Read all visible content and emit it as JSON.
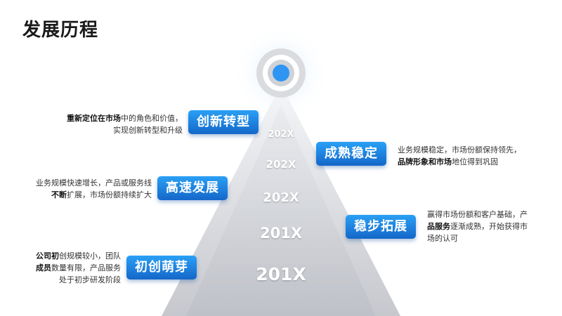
{
  "title": "发展历程",
  "years": [
    "202X",
    "202X",
    "202X",
    "201X",
    "201X"
  ],
  "stages": {
    "s1": {
      "label": "创新转型",
      "bold": "重新定位在市场",
      "text": "中的角色和价值，",
      "line2": "实现创新转型和升级"
    },
    "s2": {
      "label": "成熟稳定",
      "line1": "业务规模稳定，市场份额保持领先，",
      "bold": "品牌形象和市场",
      "text": "地位得到巩固"
    },
    "s3": {
      "label": "高速发展",
      "line1": "业务规模快速增长，产品或服务线",
      "bold": "不断",
      "text": "扩展，市场份额持续扩大"
    },
    "s4": {
      "label": "稳步拓展",
      "line1": "赢得市场份额和客户基础，产",
      "bold": "品服务",
      "text": "逐渐成熟，开始获得市",
      "line3": "场的认可"
    },
    "s5": {
      "label": "初创萌芽",
      "bold": "公司初",
      "text": "创规模较小，团队",
      "bold2": "成员",
      "text2": "数量有限，产品服务",
      "line3": "处于初步研发阶段"
    }
  },
  "colors": {
    "accent": "#1a7fe0",
    "pyramid_top": "#f2f3f6",
    "pyramid_bottom": "#c9cbd1"
  }
}
